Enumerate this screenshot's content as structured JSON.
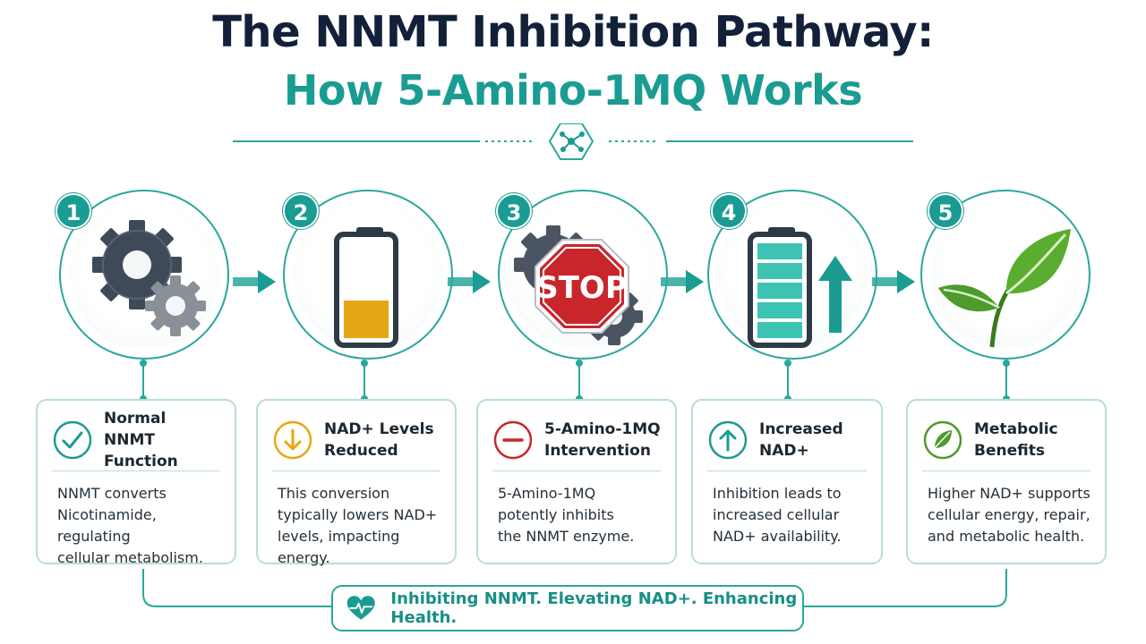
{
  "title": {
    "line1": "The NNMT Inhibition Pathway:",
    "line2": "How 5-Amino-1MQ Works"
  },
  "colors": {
    "teal": "#1a9c92",
    "navy": "#13203a",
    "amber": "#e5a713",
    "red": "#c8262b",
    "green": "#4e9a2c"
  },
  "steps": [
    {
      "number": "1",
      "icon": "gears-icon",
      "title_line1": "Normal",
      "title_line2": "NNMT Function",
      "desc_line1": "NNMT converts",
      "desc_line2": "Nicotinamide, regulating",
      "desc_line3": "cellular metabolism.",
      "badge_icon": "checkmark-icon"
    },
    {
      "number": "2",
      "icon": "low-battery-icon",
      "title_line1": "NAD+ Levels",
      "title_line2": "Reduced",
      "desc_line1": "This conversion",
      "desc_line2": "typically lowers NAD+",
      "desc_line3": "levels, impacting energy.",
      "badge_icon": "down-arrow-icon"
    },
    {
      "number": "3",
      "icon": "stop-sign-icon",
      "stop_text": "STOP",
      "title_line1": "5-Amino-1MQ",
      "title_line2": "Intervention",
      "desc_line1": "5-Amino-1MQ",
      "desc_line2": "potently inhibits",
      "desc_line3": "the NNMT enzyme.",
      "badge_icon": "minus-icon"
    },
    {
      "number": "4",
      "icon": "full-battery-icon",
      "title_line1": "Increased",
      "title_line2": "NAD+",
      "desc_line1": "Inhibition leads to",
      "desc_line2": "increased cellular",
      "desc_line3": "NAD+ availability.",
      "badge_icon": "up-arrow-icon"
    },
    {
      "number": "5",
      "icon": "leaf-icon",
      "title_line1": "Metabolic",
      "title_line2": "Benefits",
      "desc_line1": "Higher NAD+ supports",
      "desc_line2": "cellular energy, repair,",
      "desc_line3": "and metabolic health.",
      "badge_icon": "leaf-badge-icon"
    }
  ],
  "banner": {
    "text": "Inhibiting NNMT. Elevating NAD+. Enhancing Health.",
    "icon": "heart-pulse-icon"
  }
}
